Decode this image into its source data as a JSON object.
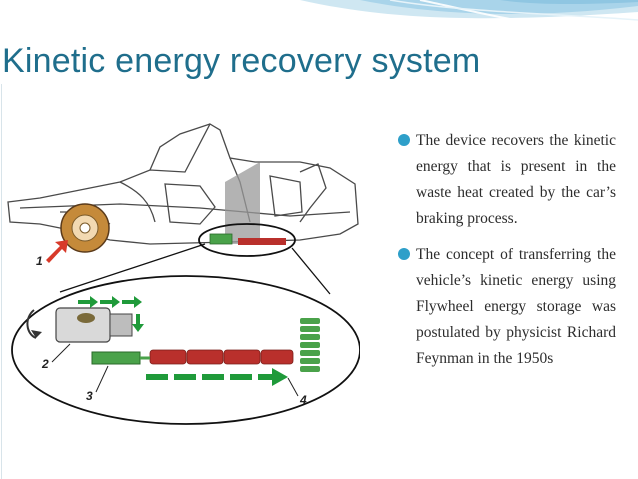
{
  "slide": {
    "title": "Kinetic energy recovery system",
    "colors": {
      "title": "#1f6e8c",
      "banner": "#b7dced",
      "bullet": "#2e9fc9",
      "body_text": "#2d2d2d"
    }
  },
  "figure": {
    "description_icon": "f1-car-kers-diagram",
    "callouts": [
      "1",
      "2",
      "3",
      "4"
    ]
  },
  "bullets": [
    {
      "text": "The device recovers the kinetic energy that is present in the waste heat created by the car’s braking process."
    },
    {
      "text": "The concept of transferring the vehicle’s kinetic energy using Flywheel energy storage was postulated by physicist Richard Feynman in the 1950s"
    }
  ]
}
